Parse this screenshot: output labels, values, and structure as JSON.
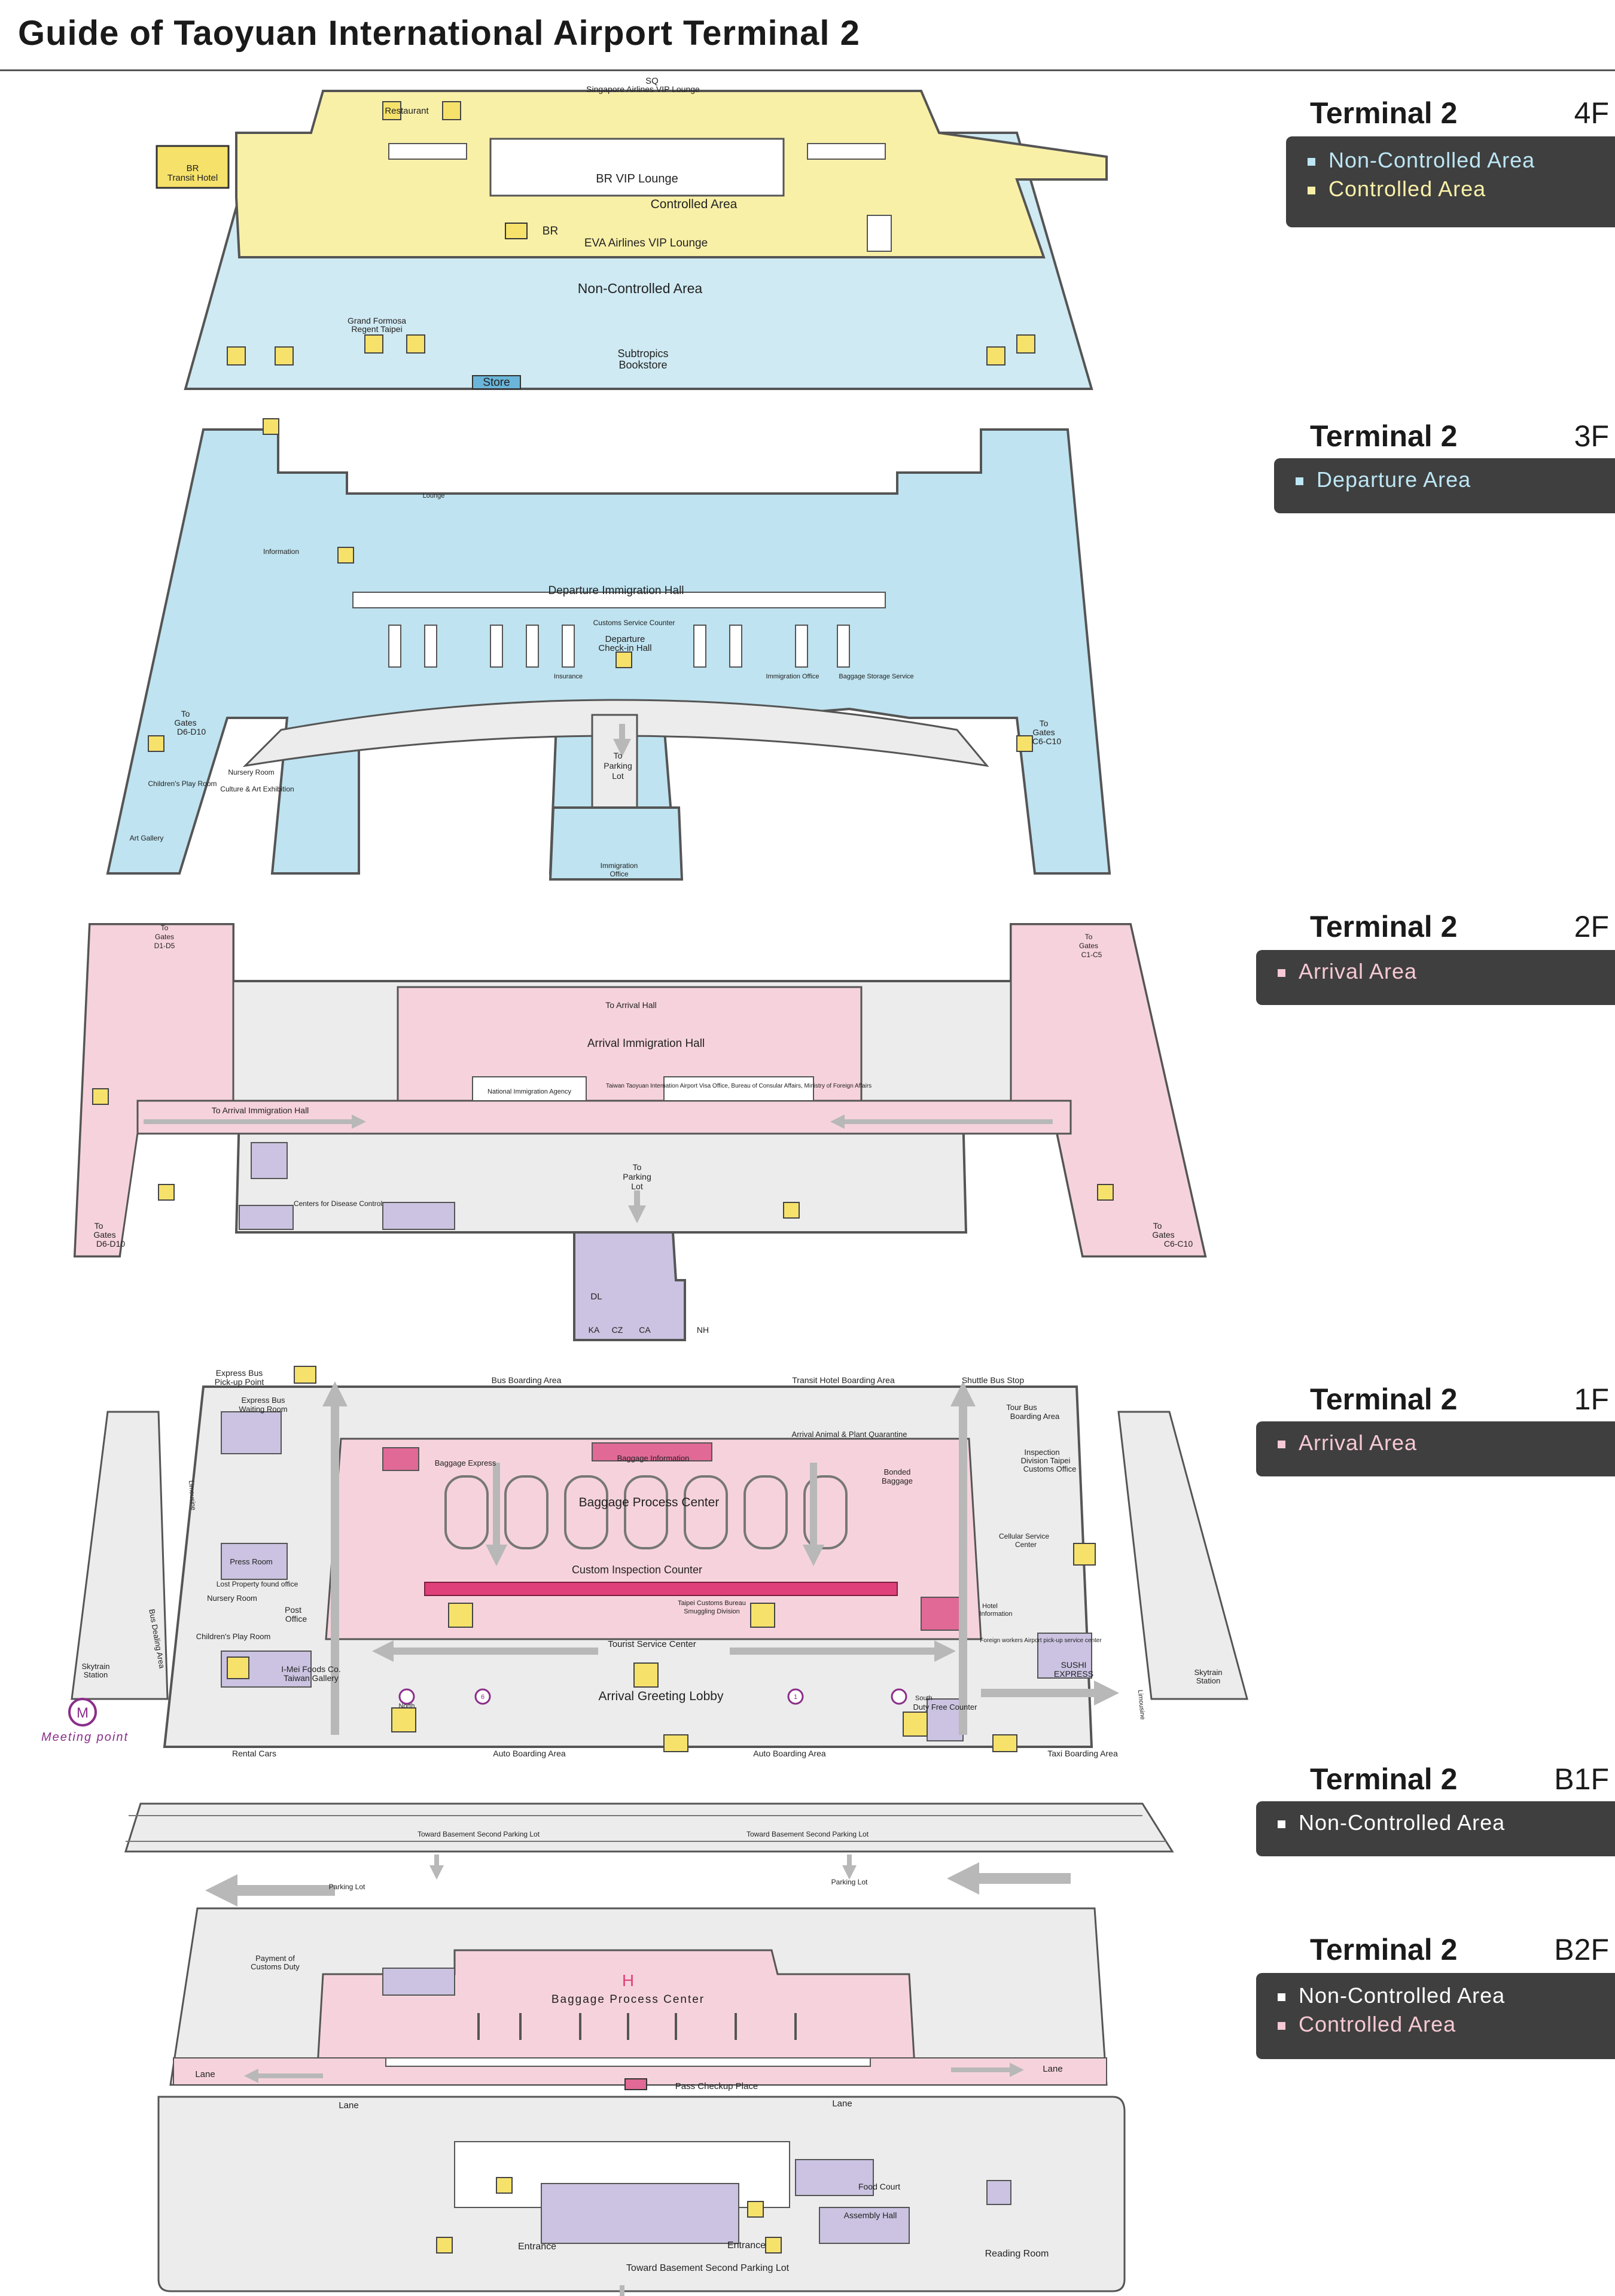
{
  "title": "Guide of Taoyuan International Airport Terminal 2",
  "colors": {
    "non_controlled": "#cfeaf3",
    "controlled": "#f9f0a8",
    "departure": "#bfe3f0",
    "arrival": "#f6d3dc",
    "service": "#cbc3e1",
    "neutral": "#ececec",
    "panel": "#3f3f3f"
  },
  "panels": [
    {
      "title": "Terminal 2",
      "floor": "4F",
      "legend": [
        {
          "label": "Non-Controlled Area",
          "color": "#bde6f4"
        },
        {
          "label": "Controlled Area",
          "color": "#f9f0a8"
        }
      ]
    },
    {
      "title": "Terminal 2",
      "floor": "3F",
      "legend": [
        {
          "label": "Departure Area",
          "color": "#bde6f4"
        }
      ]
    },
    {
      "title": "Terminal 2",
      "floor": "2F",
      "legend": [
        {
          "label": "Arrival Area",
          "color": "#f6c9d4"
        }
      ]
    },
    {
      "title": "Terminal 2",
      "floor": "1F",
      "legend": [
        {
          "label": "Arrival Area",
          "color": "#f6c9d4"
        }
      ]
    },
    {
      "title": "Terminal 2",
      "floor": "B1F",
      "legend": [
        {
          "label": "Non-Controlled Area",
          "color": "#ffffff"
        }
      ]
    },
    {
      "title": "Terminal 2",
      "floor": "B2F",
      "legend": [
        {
          "label": "Non-Controlled Area",
          "color": "#ffffff"
        },
        {
          "label": "Controlled Area",
          "color": "#f6c9d4"
        }
      ]
    }
  ],
  "labels4f": {
    "sq": "SQ",
    "sq_lounge": "Singapore Airlines VIP Lounge",
    "restaurant": "Restaurant",
    "br_hotel_1": "BR",
    "br_hotel_2": "Transit Hotel",
    "br_vip": "BR VIP Lounge",
    "controlled": "Controlled Area",
    "eva_1": "BR",
    "eva_2": "EVA Airlines VIP Lounge",
    "non_controlled": "Non-Controlled Area",
    "grand_1": "Grand Formosa",
    "grand_2": "Regent Taipei",
    "subtropics_1": "Subtropics",
    "subtropics_2": "Bookstore",
    "store": "Store"
  },
  "labels3f": {
    "departure_hall": "Departure Immigration Hall",
    "checkin_1": "Departure",
    "checkin_2": "Check-in Hall",
    "customs": "Customs Service Counter",
    "information": "Information",
    "parking_1": "To",
    "parking_2": "Parking",
    "parking_3": "Lot",
    "immigration_1": "Immigration",
    "immigration_2": "Office",
    "gates_left_1": "To",
    "gates_left_2": "Gates",
    "gates_left_3": "D6-D10",
    "gates_right_1": "To",
    "gates_right_2": "Gates",
    "gates_right_3": "C6-C10",
    "culture": "Culture & Art Exhibition",
    "art_gallery": "Art Gallery",
    "nursery": "Nursery Room",
    "childrens": "Children's Play Room",
    "lounge": "Lounge",
    "baggage_storage": "Baggage Storage Service",
    "immigration_office": "Immigration Office",
    "insurance": "Insurance"
  },
  "labels2f": {
    "to_arrival_hall": "To Arrival Hall",
    "arrival_immigration": "Arrival Immigration Hall",
    "national_agency": "National Immigration Agency",
    "taiwan_office": "Taiwan Taoyuan Internation Airport Visa Office, Bureau of Consular Affairs, Ministry of Foreign Affairs",
    "to_arrival_immigration": "To Arrival Immigration Hall",
    "centers_disease": "Centers for Disease Control",
    "parking_1": "To",
    "parking_2": "Parking",
    "parking_3": "Lot",
    "gates_left_1": "To",
    "gates_left_2": "Gates",
    "gates_left_3": "D6-D10",
    "gates_right_1": "To",
    "gates_right_2": "Gates",
    "gates_right_3": "C6-C10",
    "gates_tl_1": "To",
    "gates_tl_2": "Gates",
    "gates_tl_3": "D1-D5",
    "gates_tr_1": "To",
    "gates_tr_2": "Gates",
    "gates_tr_3": "C1-C5",
    "dl": "DL",
    "ka": "KA",
    "cz": "CZ",
    "ca": "CA",
    "nh": "NH"
  },
  "labels1f": {
    "express_bus_1": "Express Bus",
    "express_bus_2": "Pick-up Point",
    "express_wait_1": "Express Bus",
    "express_wait_2": "Waiting Room",
    "bus_boarding": "Bus Boarding Area",
    "transit_hotel": "Transit Hotel Boarding Area",
    "shuttle": "Shuttle Bus Stop",
    "tour_bus_1": "Tour Bus",
    "tour_bus_2": "Boarding Area",
    "quarantine": "Arrival Animal & Plant Quarantine",
    "baggage_express": "Baggage Express",
    "baggage_info": "Baggage Information",
    "bonded_1": "Bonded",
    "bonded_2": "Baggage",
    "baggage_center": "Baggage Process Center",
    "inspection_1": "Inspection",
    "inspection_2": "Division Taipei",
    "inspection_3": "Customs Office",
    "cellular_1": "Cellular Service",
    "cellular_2": "Center",
    "custom_counter": "Custom Inspection Counter",
    "press_room": "Press Room",
    "lost_found": "Lost Property found office",
    "nursery": "Nursery Room",
    "post_1": "Post",
    "post_2": "Office",
    "childrens": "Children's Play Room",
    "imei_1": "I-Mei Foods Co.",
    "imei_2": "Taiwan Gallery",
    "taipei_customs_1": "Taipei Customs Bureau",
    "taipei_customs_2": "Smuggling Division",
    "hotel_1": "Hotel",
    "hotel_2": "Information",
    "foreign_workers": "Foreign workers Airport pick-up service center",
    "sushi_1": "SUSHI",
    "sushi_2": "EXPRESS",
    "tourist": "Tourist Service Center",
    "greeting": "Arrival Greeting Lobby",
    "north": "North",
    "south": "South",
    "duty_free": "Duty Free Counter",
    "rental": "Rental Cars",
    "auto_boarding_l": "Auto Boarding Area",
    "auto_boarding_r": "Auto Boarding Area",
    "taxi": "Taxi Boarding Area",
    "skytrain_l_1": "Skytrain",
    "skytrain_l_2": "Station",
    "skytrain_r_1": "Skytrain",
    "skytrain_r_2": "Station",
    "bus_dealing": "Bus Dealing Area",
    "limousine_l": "Limousine",
    "limousine_r": "Limousine",
    "meeting": "Meeting point",
    "m_sym": "M",
    "m_6": "6",
    "m_1": "1"
  },
  "labelsb1": {
    "toward_l": "Toward Basement Second Parking Lot",
    "toward_r": "Toward Basement Second Parking Lot",
    "parking_l": "Parking Lot",
    "parking_r": "Parking Lot"
  },
  "labelsb2": {
    "payment_1": "Payment of",
    "payment_2": "Customs Duty",
    "baggage_center": "Baggage Process Center",
    "lane_l": "Lane",
    "lane_r": "Lane",
    "pass_checkup": "Pass Checkup Place",
    "lane_low_l": "Lane",
    "lane_low_r": "Lane",
    "food_court": "Food Court",
    "assembly": "Assembly Hall",
    "entrance_l": "Entrance",
    "entrance_r": "Entrance",
    "reading": "Reading Room",
    "toward": "Toward Basement Second Parking Lot"
  }
}
